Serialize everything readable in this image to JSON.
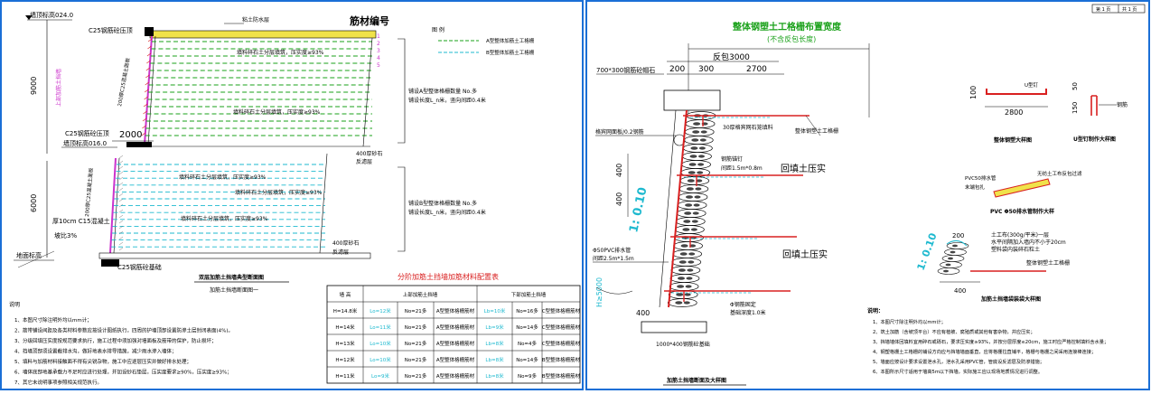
{
  "left_sheet": {
    "elev_top": "墙顶标高024.0",
    "c25_top": "C25钢筋砼压顶",
    "top_layer": "粘土防水层",
    "tag_title": "筋材编号",
    "tag_numbers": [
      "1",
      "2",
      "3",
      "4",
      "5"
    ],
    "legend_title": "图   例",
    "legend_a": "A型整体加筋土工格栅",
    "legend_b": "B型整体加筋土工格栅",
    "upper_fill": "填料碎石土分层填筑，压实度≥93%",
    "upper_fill2": "填料碎石土分层填筑，压实度≥93%",
    "upper_note1": "铺设A型整体格栅数量 No.多",
    "upper_note2": "铺设长度L_n米，竖向间距0.4米",
    "dim_9000": "9000",
    "dim_2000": "2000",
    "dim_6000": "6000",
    "upper_side": "上部加筋土挡墙",
    "c25_mid": "C25钢筋砼压顶",
    "elev_mid": "墙顶标高016.0",
    "wall_a": "200厚C25混凝土面板",
    "drain_400_a": "400厚砂石",
    "drain_400_a2": "反滤层",
    "lower_fill": "填料碎石土分层填筑，压实度≥93%",
    "lower_fill2": "填料碎石土分层填筑，压实度≥93%",
    "lower_fill3": "填料碎石土分层填筑，压实度≥93%",
    "lower_note1": "铺设B型整体格栅数量 No.多",
    "lower_note2": "铺设长度L_n米，竖向间距0.4米",
    "wall_b": "200厚C25混凝土面板",
    "c15": "厚10cm C15混凝土",
    "slope": "坡比3%",
    "ground": "地面标高",
    "drain_400_b": "400厚砂石",
    "drain_400_b2": "反滤层",
    "c25_base": "C25钢筋砼基础",
    "section_title": "双层加筋土挡墙典型断面图",
    "section_sub": "加筋土挡墙断面图一",
    "table_title": "分阶加筋土挡墙加筋材料配置表",
    "table_head": [
      "墙 高",
      "上部加筋土挡墙",
      "",
      "",
      "下部加筋土挡墙",
      "",
      ""
    ],
    "table_rows": [
      [
        "H=14.8米",
        "Lo=12米",
        "No=21多",
        "A型整体格栅筋材",
        "Lb=10米",
        "No=16多",
        "C型整体格栅筋材"
      ],
      [
        "H=14米",
        "Lo=11米",
        "No=21多",
        "A型整体格栅筋材",
        "Lb=9米",
        "No=14多",
        "C型整体格栅筋材"
      ],
      [
        "H=13米",
        "Lo=10米",
        "No=21多",
        "A型整体格栅筋材",
        "Lb=8米",
        "No=4多",
        "C型整体格栅筋材"
      ],
      [
        "H=12米",
        "Lo=10米",
        "No=21多",
        "A型整体格栅筋材",
        "Lb=8米",
        "No=14多",
        "B型整体格栅筋材"
      ],
      [
        "H=11米",
        "Lo=9米",
        "No=21多",
        "A型整体格栅筋材",
        "Lb=8米",
        "No=9多",
        "B型整体格栅筋材"
      ]
    ],
    "notes_title": "说明",
    "notes": [
      "1、本图尺寸除注明外均以mm计；",
      "2、筋带铺设间距及各类材料参数应按设计图纸执行，四周的护墙顶部设置防渗土层封闭表面(4%)。",
      "3、分级回填压实度按规范要求执行，施工过程中须加强对墙面板及筋带的保护，防止损坏；",
      "4、挡墙顶部须设置截排水沟，做好地表水排导措施，减少雨水渗入墙体；",
      "5、填料与加筋材料接触面不得有尖锐杂物，施工中应逐层压实并做好排水处理；",
      "6、墙体底部地基承载力不足时应进行处理，并加设砂石垫层，压实度要求≥90%，压实度≥93%；",
      "7、其它未说明事项参照相关规范执行。"
    ]
  },
  "right_sheet": {
    "page_a": "第 1 页",
    "page_b": "共 1 页",
    "title": "整体钢塑土工格栅布置宽度",
    "subtitle": "(不含反包长度)",
    "fold_dim": "反包3000",
    "dim_200a": "200",
    "dim_300": "300",
    "dim_2700": "2700",
    "cap": "700*300钢筋砼帽石",
    "geogrid_label": "整体钢塑土工格栅",
    "face_label": "格宾网面板/0.2钢筋",
    "bag_label": "30厚格宾网石笼填料",
    "pin_label": "钢筋锚钉",
    "pin_spec": "间距1.5m*0.8m",
    "backfill1": "回填土压实",
    "backfill2": "回填土压实",
    "slope_label": "1: 0.10",
    "dim_400a": "400",
    "dim_400b": "400",
    "drain_pipe": "Φ50PVC排水管",
    "drain_spec": "间距2.5m*1.5m",
    "anchor_note": "Φ钢筋固定",
    "anchor_note2": "基础深度1.0米",
    "dim_h": "H≥5000",
    "dim_400c": "400",
    "footing": "1000*400钢筋砼基础",
    "detail_title_left": "加筋土挡墙断面及大样图",
    "u_dim_100": "100",
    "u_dim_2800": "2800",
    "u_nail_label": "U型钉",
    "u_title": "整体钢塑大样图",
    "l_dim_150": "150",
    "l_dim_50": "50",
    "l_label": "钢筋",
    "l_title": "U型钉制作大样图",
    "pipe_a": "PVC50排水管",
    "pipe_b": "末端包扎",
    "filter_label": "无纺土工布反包过滤",
    "pipe_title": "PVC Φ50排水管制作大样",
    "bag_dim_200": "200",
    "bag_note1": "土工布(300g/平米)一层",
    "bag_note2": "水平间隔加入墙内不小于20cm",
    "bag_note3": "塑料袋内装碎石粒土",
    "bag_geogrid": "整体钢塑土工格栅",
    "bag_slope": "1: 0.10",
    "bag_dim_400": "400",
    "bag_title": "加筋土挡墙袋装袋大样图",
    "notes_title": "说明：",
    "notes": [
      "1、本图尺寸除注明外均以mm计；",
      "2、筑土加筋（含坡顶平台）不应有植被、腐殖质或其他有害杂物，并应压实；",
      "3、挡墙墙体回填料宜用碎石或砾石，要求压实度≥93%，并按分层厚度≤20cm，施工时应严格控制填料含水量；",
      "4、钢塑格栅土工格栅的铺设方向应与挡墙墙面垂直，应将格栅拉直铺平，格栅与格栅之间采用连接棒连接；",
      "5、墙面应按设计要求设置泄水孔，泄水孔采用PVC管，管底设反滤层及防渗措施；",
      "6、本图所示尺寸适用于墙高5m以下挡墙，实际施工应以现场地质情况进行调整。"
    ]
  },
  "colors": {
    "border": "#1a6fd6",
    "green": "#1aa11a",
    "cyan": "#1eb9cf",
    "red": "#d92020",
    "magenta": "#cc33cc",
    "yellow": "#f0e24a"
  }
}
